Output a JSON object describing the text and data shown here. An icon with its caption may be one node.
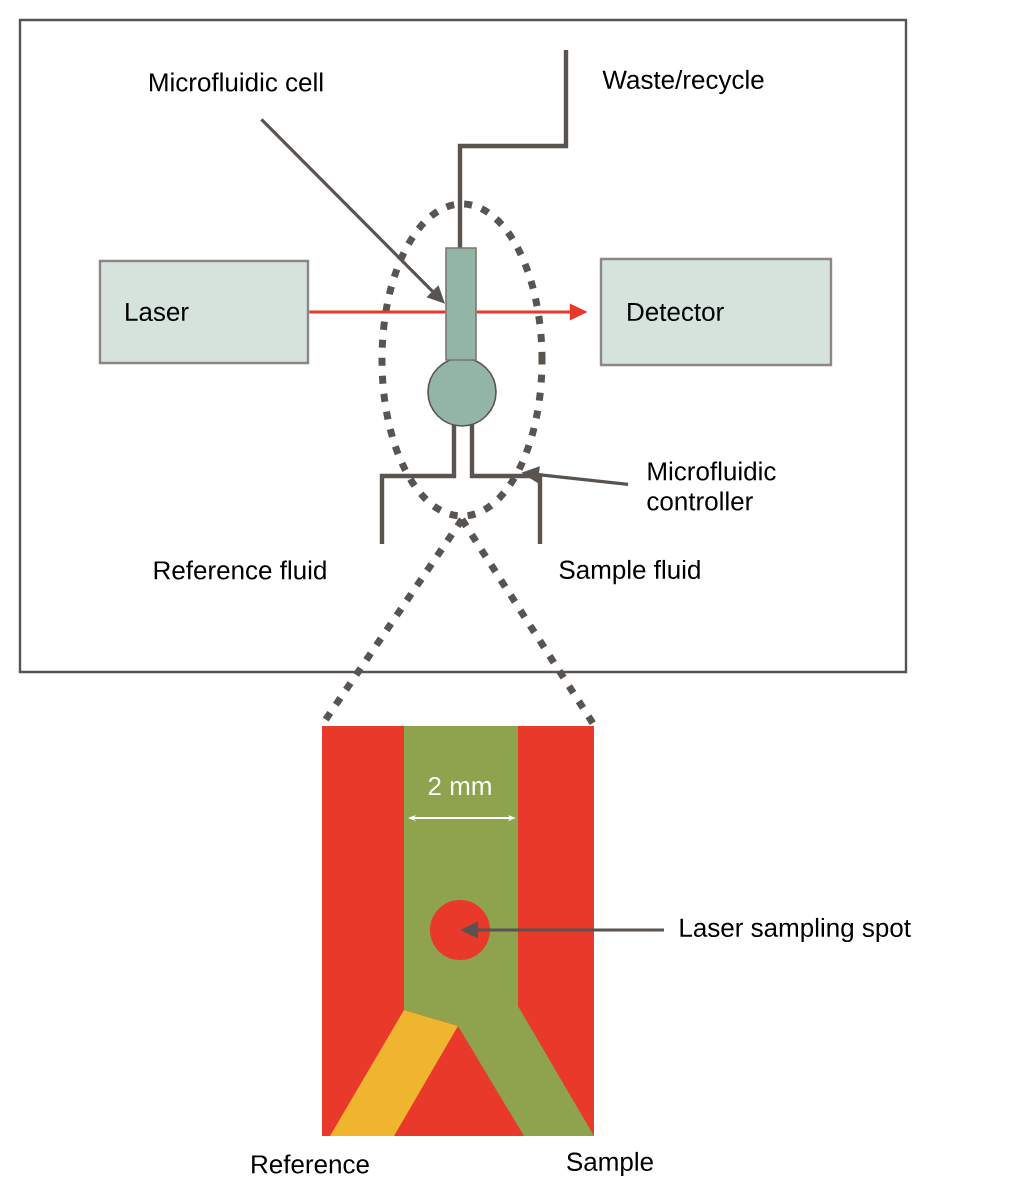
{
  "diagram": {
    "nodes": [
      {
        "text": [
          "Microfluidic cell"
        ]
      },
      {
        "text": [
          "Laser"
        ]
      },
      {
        "text": [
          "Detector"
        ]
      },
      {
        "text": [],
        "shape": "circle"
      },
      {
        "text": [],
        "shape": "box",
        "in": 3
      },
      {
        "text": [
          "Microfluidic controller"
        ]
      },
      {
        "text": [],
        "shape": "box"
      },
      {
        "text": [],
        "shape": "circle",
        "in": 6
      },
      {
        "text": [
          "Laser sampling spot"
        ]
      }
    ],
    "edges": [
      {
        "from": 0,
        "to": 4,
        "arrow": "to"
      },
      {
        "from": 1,
        "to": 4,
        "arrow": "none",
        "color": "#e8392a"
      },
      {
        "from": 4,
        "to": 2,
        "arrow": "to",
        "color": "#e8392a"
      },
      {
        "from": 5,
        "to": 3,
        "arrow": "to"
      },
      {
        "from": 3,
        "to": 6,
        "arrow": "none",
        "style": "dashed"
      },
      {
        "from": 3,
        "to": 6,
        "arrow": "none",
        "style": "dashed"
      },
      {
        "from": 8,
        "to": 7,
        "arrow": "to"
      }
    ],
    "labels": [
      "Waste/recycle",
      "Reference fluid",
      "Sample fluid",
      "2 mm",
      "Reference",
      "Sample"
    ]
  }
}
